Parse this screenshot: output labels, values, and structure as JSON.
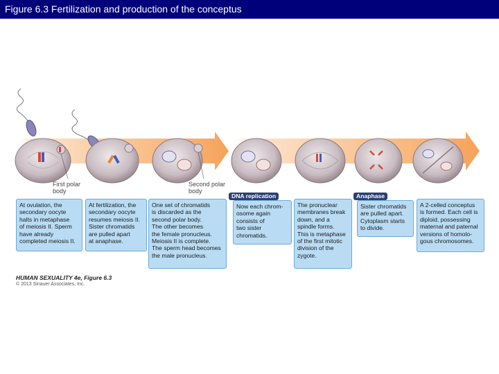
{
  "header": {
    "title": "Figure 6.3  Fertilization and production of the conceptus"
  },
  "labels": {
    "first_polar_body": [
      "First polar",
      "body"
    ],
    "second_polar_body": [
      "Second polar",
      "body"
    ]
  },
  "tags": {
    "dna_replication": "DNA replication",
    "anaphase": "Anaphase"
  },
  "steps": [
    {
      "lines": [
        "At ovulation, the",
        "secondary oocyte",
        "halts in metaphase",
        "of meiosis II. Sperm",
        "have already",
        "completed meiosis II."
      ]
    },
    {
      "lines": [
        "At fertilization, the",
        "secondary oocyte",
        "resumes meiosis II.",
        "Sister chromatids",
        "are pulled apart",
        "at anaphase."
      ]
    },
    {
      "lines": [
        "One set of chromatids",
        "is discarded as the",
        "second polar body.",
        "The other becomes",
        "the female pronucleus.",
        "Meiosis II is complete.",
        "The sperm head becomes",
        "the male pronucleus."
      ]
    },
    {
      "lines": [
        "Now each chrom-",
        "osome again",
        "consists of",
        "two sister",
        "chromatids."
      ]
    },
    {
      "lines": [
        "The pronuclear",
        "membranes break",
        "down, and a",
        "spindle forms.",
        "This is metaphase",
        "of the first mitotic",
        "division of the",
        "zygote."
      ]
    },
    {
      "lines": [
        "Sister chromatids",
        "are pulled apart.",
        "Cytoplasm starts",
        "to divide."
      ]
    },
    {
      "lines": [
        "A 2-celled conceptus",
        "is formed. Each cell is",
        "diploid, possessing",
        "maternal and paternal",
        "versions of homolo-",
        "gous chromosomes."
      ]
    }
  ],
  "credit": {
    "line1": "HUMAN SEXUALITY 4e, Figure 6.3",
    "line2": "© 2013 Sinauer Associates, Inc."
  },
  "colors": {
    "titlebar": "#00007a",
    "box": "#b9dcf4",
    "tag": "#2a3f73",
    "arrow": "#f6a35a"
  }
}
